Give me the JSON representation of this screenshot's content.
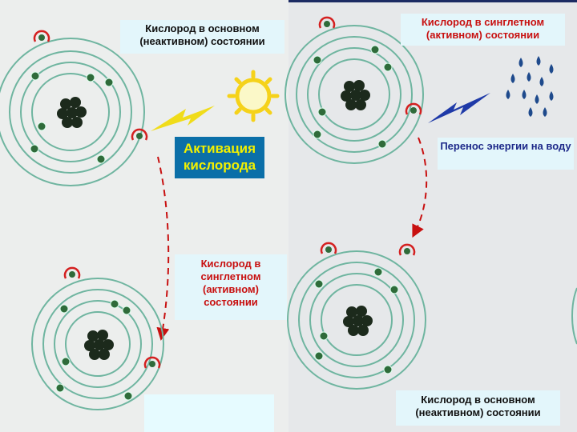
{
  "labels": {
    "ground_state_top": "Кислород в основном (неактивном) состоянии",
    "activation": "Активация кислорода",
    "singlet_left": "Кислород в синглетном (активном) состоянии",
    "singlet_right": "Кислород в синглетном (активном) состоянии",
    "energy_transfer": "Перенос энергии на воду",
    "ground_state_bottom": "Кислород в основном (неактивном) состоянии"
  },
  "colors": {
    "orbit": "#6fb5a0",
    "nucleus": "#1c2a1c",
    "electron": "#2f6b3a",
    "spin_arrow": "#d42020",
    "sun": "#f5d21a",
    "lightning_left": "#f0dc1a",
    "lightning_right": "#1f3aa8",
    "water_drops": "#1e4a8c",
    "dashed_arrow": "#c81010"
  },
  "icons": [
    "sun-icon",
    "lightning-icon",
    "water-drops-icon"
  ]
}
